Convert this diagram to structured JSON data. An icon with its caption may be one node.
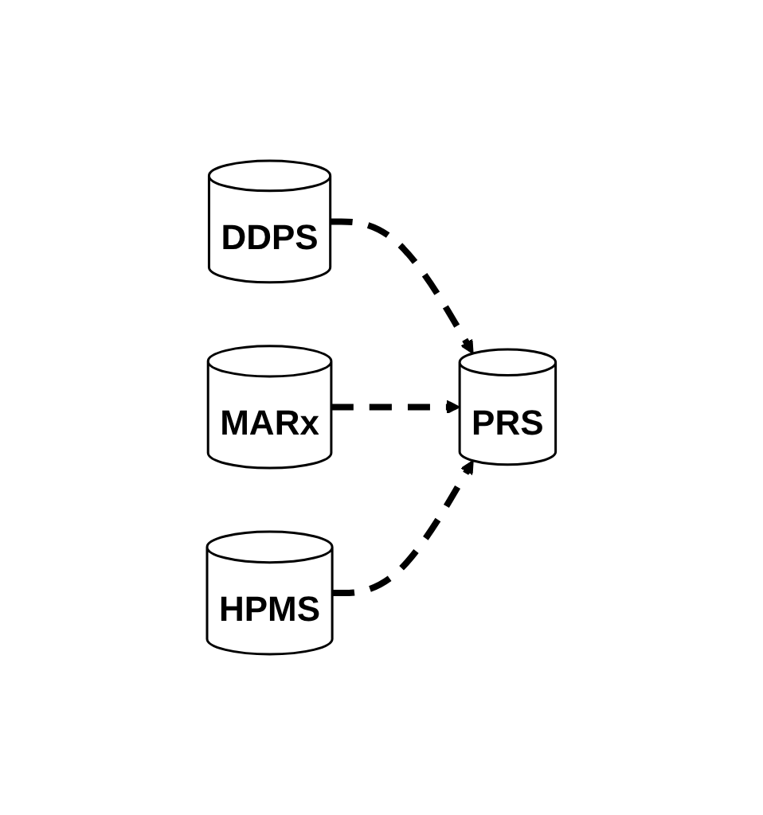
{
  "diagram": {
    "nodes": [
      {
        "text": [
          "DDPS"
        ]
      },
      {
        "text": [
          "MARx"
        ]
      },
      {
        "text": [
          "HPMS"
        ]
      },
      {
        "text": [
          "PRS"
        ]
      }
    ],
    "edges": [
      {
        "from": 0,
        "to": 3,
        "arrow": "to",
        "style": "dashed"
      },
      {
        "from": 1,
        "to": 3,
        "arrow": "to",
        "style": "dashed"
      },
      {
        "from": 2,
        "to": 3,
        "arrow": "to",
        "style": "dashed"
      }
    ]
  }
}
